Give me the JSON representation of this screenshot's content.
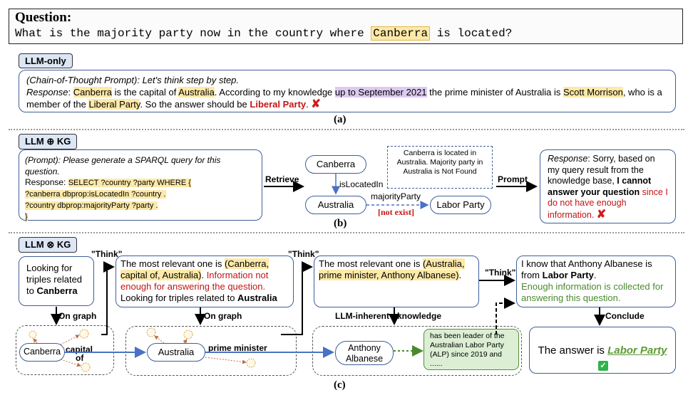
{
  "question": {
    "label": "Question:",
    "text_before": "What is the majority party now in the country where ",
    "entity": "Canberra",
    "text_after": " is located?"
  },
  "panel_a": {
    "tag": "LLM-only",
    "prompt": "(Chain-of-Thought Prompt): Let's think step by step.",
    "response_label": "Response",
    "r1": "Canberra",
    "r2": " is the capital of ",
    "r3": "Australia",
    "r4": ". According to my knowledge ",
    "r5": "up to September 2021",
    "r6": " the prime minister of Australia is ",
    "r7": "Scott Morrison",
    "r8": ", who is a member of the ",
    "r9": "Liberal Party",
    "r10": ". So the answer should be ",
    "r11": "Liberal Party",
    "r12": ".",
    "caption": "(a)"
  },
  "panel_b": {
    "tag": "LLM ⊕ KG",
    "prompt": "(Prompt): Please generate a SPARQL query for this question.",
    "response_label": "Response: ",
    "sparql_1": "SELECT ?country ?party WHERE {",
    "sparql_2": "?canberra dbprop:isLocatedIn ?country .",
    "sparql_3": "?country dbprop:majorityParty ?party .",
    "sparql_4": "}",
    "retrieve": "Retrieve",
    "node_canberra": "Canberra",
    "edge_located": "isLocatedIn",
    "node_australia": "Australia",
    "edge_majority": "majorityParty",
    "not_exist": "[not exist]",
    "node_labor": "Labor Party",
    "note": "Canberra is located in Australia. Majority party in Australia is Not Found",
    "prompt_arrow": "Prompt",
    "resp_label": "Response",
    "resp_1": ": Sorry, based on my query result from the knowledge base, ",
    "resp_2": "I cannot answer your question",
    "resp_3": " since I do not have enough information.",
    "caption": "(b)"
  },
  "panel_c": {
    "tag": "LLM ⊗ KG",
    "box1_1": "Looking for triples related to ",
    "box1_2": "Canberra",
    "think_1": "\"Think\"",
    "think_2": "\"Think\"",
    "think_3": "\"Think\"",
    "box2_1": "The most relevant one is ",
    "box2_2": "(Canberra, capital of, Australia)",
    "box2_3": ". ",
    "box2_4": "Information not enough for answering the question.",
    "box2_5": "Looking for triples related to ",
    "box2_6": "Australia",
    "box3_1": "The most relevant one is ",
    "box3_2": "(Australia, prime minister, Anthony Albanese)",
    "box3_3": ".",
    "box4_1": "I know that Anthony Albanese is from ",
    "box4_2": "Labor Party",
    "box4_3": ".",
    "box4_4": "Enough information is collected for answering this question.",
    "on_graph_1": "On graph",
    "on_graph_2": "On graph",
    "llm_inherent": "LLM-inherent",
    "knowledge": "knowledge",
    "conclude": "Conclude",
    "g_canberra": "Canberra",
    "g_capital": "capital",
    "g_of": "of",
    "g_australia": "Australia",
    "g_pm": "prime minister",
    "g_albanese": "Anthony Albanese",
    "note": "has been leader of the Australian Labor Party (ALP) since 2019 and ......",
    "answer_1": "The answer is ",
    "answer_2": "Labor Party",
    "caption": "(c)"
  },
  "colors": {
    "highlight_yellow": "#fde9a8",
    "highlight_purple": "#ddc9f1",
    "border_blue": "#3f5f9a",
    "error_red": "#c41414",
    "success_green": "#4a8a2e",
    "check_green": "#2fb34a"
  }
}
